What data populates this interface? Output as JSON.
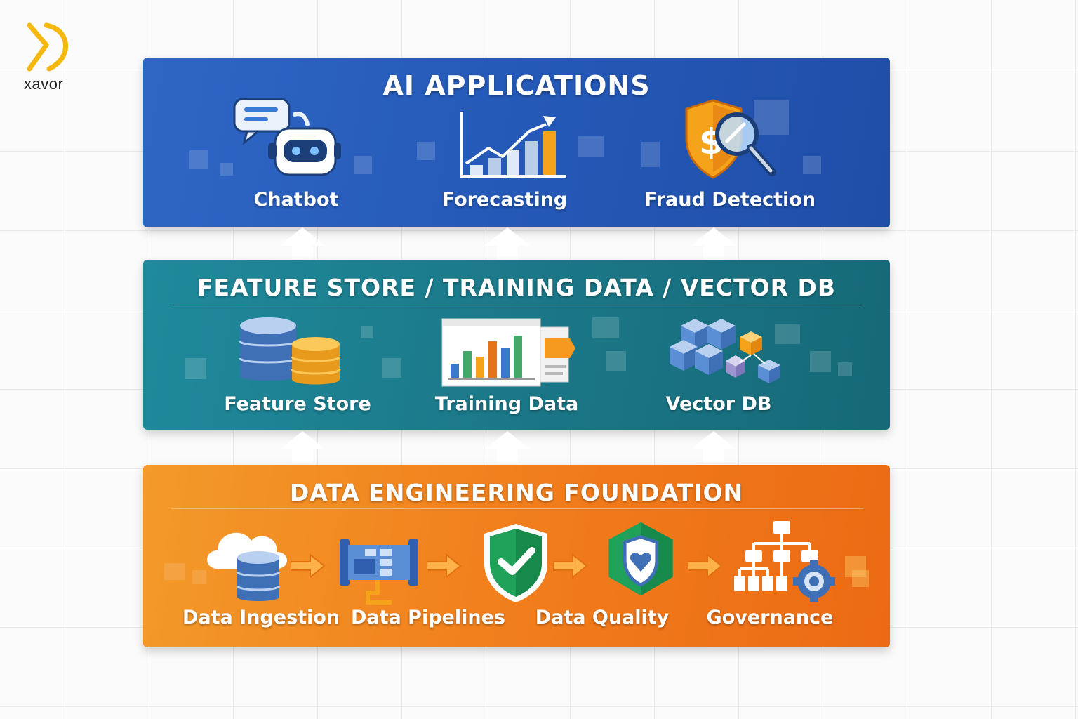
{
  "brand": {
    "name": "xavor",
    "accent": "#f5b80f"
  },
  "layers": {
    "ai": {
      "title": "AI APPLICATIONS",
      "color": "#2559b8",
      "items": [
        {
          "label": "Chatbot",
          "icon": "chatbot-icon"
        },
        {
          "label": "Forecasting",
          "icon": "forecast-chart-icon"
        },
        {
          "label": "Fraud Detection",
          "icon": "shield-search-icon"
        }
      ]
    },
    "feature": {
      "title": "FEATURE STORE / TRAINING DATA / VECTOR DB",
      "color": "#1b7888",
      "items": [
        {
          "label": "Feature Store",
          "icon": "database-icon"
        },
        {
          "label": "Training Data",
          "icon": "training-chart-icon"
        },
        {
          "label": "Vector DB",
          "icon": "cubes-icon"
        }
      ]
    },
    "foundation": {
      "title": "DATA ENGINEERING FOUNDATION",
      "color": "#f17e1c",
      "items": [
        {
          "label": "Data Ingestion",
          "icon": "cloud-database-icon"
        },
        {
          "label": "Data Pipelines",
          "icon": "pipeline-icon"
        },
        {
          "label": "Data Quality",
          "icon": "shield-check-icon"
        },
        {
          "label": "Governance",
          "icon": "hierarchy-gear-icon"
        }
      ]
    }
  }
}
